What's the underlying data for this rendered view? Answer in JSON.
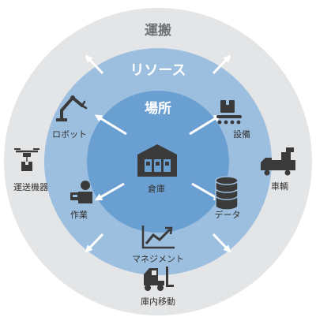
{
  "rings": {
    "outer": {
      "label": "運搬",
      "color": "#e4e5e7",
      "text_color": "#6f7175"
    },
    "middle": {
      "label": "リソース",
      "color": "#9dbfdf",
      "text_color": "#ffffff"
    },
    "inner": {
      "label": "場所",
      "color": "#6a9fd1",
      "text_color": "#ffffff"
    }
  },
  "center": {
    "label": "倉庫"
  },
  "middle_items": [
    {
      "id": "robot",
      "label": "ロボット",
      "icon": "robot-arm-icon"
    },
    {
      "id": "equipment",
      "label": "設備",
      "icon": "conveyor-box-icon"
    },
    {
      "id": "data",
      "label": "データ",
      "icon": "database-icon"
    },
    {
      "id": "work",
      "label": "作業",
      "icon": "worker-icon"
    },
    {
      "id": "management",
      "label": "マネジメント",
      "icon": "line-chart-icon"
    }
  ],
  "outer_items": [
    {
      "id": "vehicle",
      "label": "車輌",
      "icon": "truck-icon"
    },
    {
      "id": "transport",
      "label": "運送機器",
      "icon": "drone-icon"
    },
    {
      "id": "in_warehouse",
      "label": "庫内移動",
      "icon": "forklift-icon"
    }
  ],
  "colors": {
    "icon": "#3a3a3a",
    "arrow": "#ffffff",
    "label": "#333333"
  }
}
